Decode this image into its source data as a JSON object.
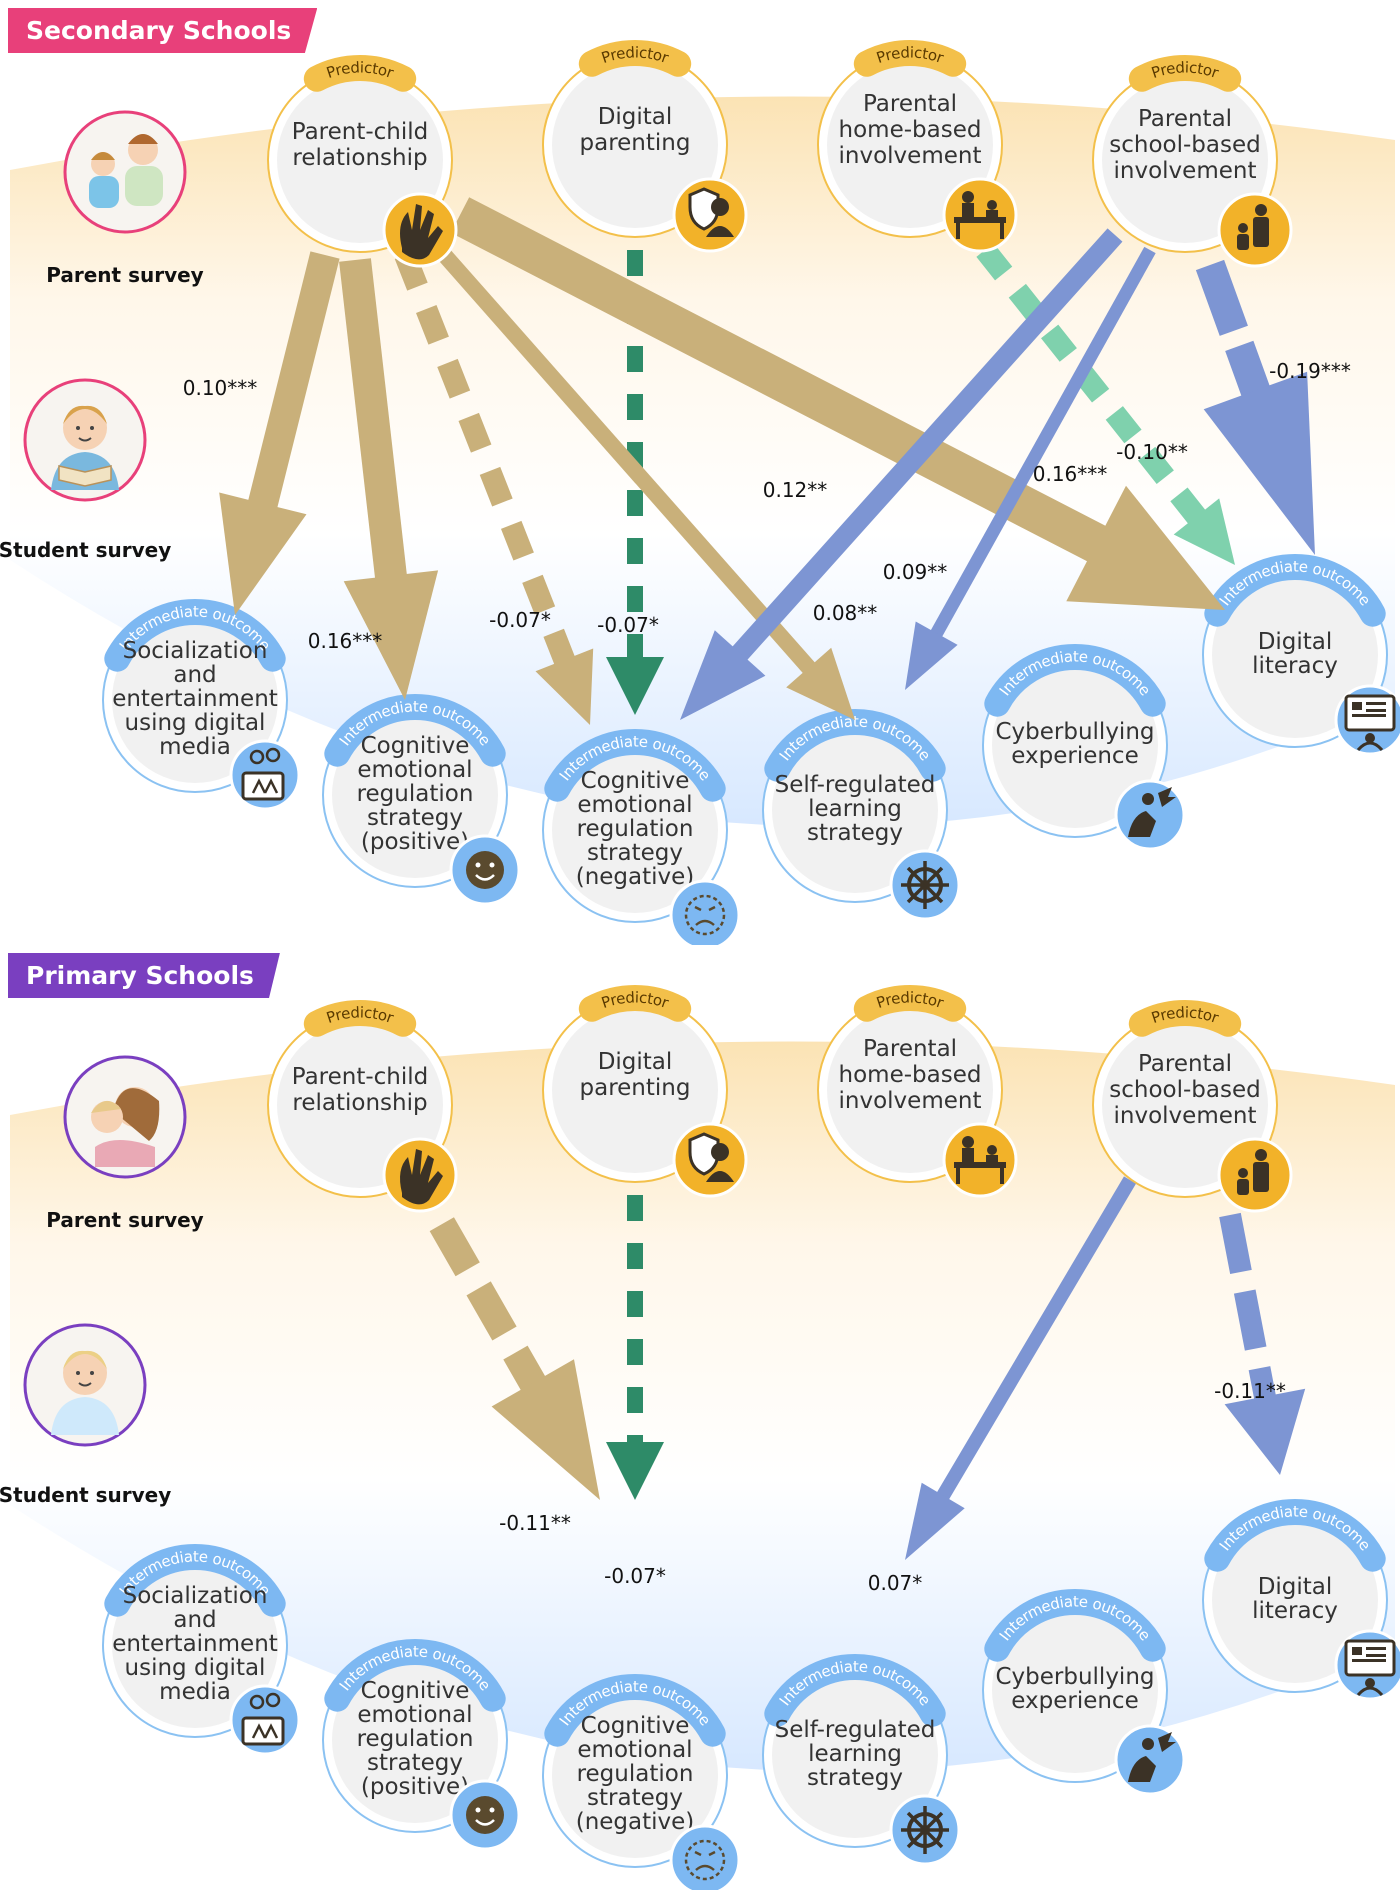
{
  "colors": {
    "predictor_ring": "#f3c04a",
    "predictor_icon": "#f2b229",
    "outcome_ring": "#8bc2f2",
    "outcome_icon": "#7db8f2",
    "tan_path": "#c9b07a",
    "green_path": "#2e8b68",
    "mint_path": "#7fd1ad",
    "blue_path": "#7d95d3"
  },
  "icons": {
    "parent_child": "clapping-hands-icon",
    "digital_parenting": "shield-parent-icon",
    "home_based": "family-at-desk-icon",
    "school_based": "parent-child-school-icon",
    "socialization": "tablet-social-media-icon",
    "cer_positive": "smiling-face-icon",
    "cer_negative": "sad-face-icon",
    "self_regulated": "ship-wheel-icon",
    "cyberbullying": "cyberbullying-icon",
    "digital_literacy": "laptop-presentation-icon"
  },
  "panels": [
    {
      "title": "Secondary Schools",
      "parent_survey": "Parent survey",
      "student_survey": "Student survey",
      "predictor_tag": "Predictor",
      "outcome_tag": "Intermediate outcome",
      "predictors": [
        {
          "lines": [
            "Parent-child",
            "relationship"
          ]
        },
        {
          "lines": [
            "Digital",
            "parenting"
          ]
        },
        {
          "lines": [
            "Parental",
            "home-based",
            "involvement"
          ]
        },
        {
          "lines": [
            "Parental",
            "school-based",
            "involvement"
          ]
        }
      ],
      "outcomes": [
        {
          "lines": [
            "Socialization",
            "and",
            "entertainment",
            "using digital",
            "media"
          ]
        },
        {
          "lines": [
            "Cognitive",
            "emotional",
            "regulation",
            "strategy",
            "(positive)"
          ]
        },
        {
          "lines": [
            "Cognitive",
            "emotional",
            "regulation",
            "strategy",
            "(negative)"
          ]
        },
        {
          "lines": [
            "Self-regulated",
            "learning",
            "strategy"
          ]
        },
        {
          "lines": [
            "Cyberbullying",
            "experience"
          ]
        },
        {
          "lines": [
            "Digital",
            "literacy"
          ]
        }
      ],
      "paths": [
        {
          "from": "Parent-child relationship",
          "to": "Socialization and entertainment using digital media",
          "coef": "0.10***",
          "style": "solid",
          "color": "tan"
        },
        {
          "from": "Parent-child relationship",
          "to": "Cognitive emotional regulation strategy (positive)",
          "coef": "0.16***",
          "style": "solid",
          "color": "tan"
        },
        {
          "from": "Parent-child relationship",
          "to": "Cognitive emotional regulation strategy (negative)",
          "coef": "-0.07*",
          "style": "dashed",
          "color": "tan"
        },
        {
          "from": "Parent-child relationship",
          "to": "Self-regulated learning strategy",
          "coef": "0.08**",
          "style": "solid",
          "color": "tan"
        },
        {
          "from": "Parent-child relationship",
          "to": "Digital literacy",
          "coef": "",
          "style": "solid",
          "color": "tan"
        },
        {
          "from": "Digital parenting",
          "to": "Cognitive emotional regulation strategy (negative)",
          "coef": "-0.07*",
          "style": "dashed",
          "color": "green"
        },
        {
          "from": "Parental home-based involvement",
          "to": "Digital literacy",
          "coef": "-0.10**",
          "style": "dashed",
          "color": "mint"
        },
        {
          "from": "Parental school-based involvement",
          "to": "Cognitive emotional regulation strategy (negative)",
          "coef": "0.12**",
          "style": "solid",
          "color": "blue"
        },
        {
          "from": "Parental school-based involvement",
          "to": "Self-regulated learning strategy",
          "coef": "0.09**",
          "style": "solid",
          "color": "blue"
        },
        {
          "from": "Parental school-based involvement",
          "to": "Digital literacy",
          "coef": "-0.19***",
          "style": "dashed",
          "color": "blue"
        },
        {
          "label_only": "0.16***"
        }
      ]
    },
    {
      "title": "Primary Schools",
      "parent_survey": "Parent survey",
      "student_survey": "Student survey",
      "predictor_tag": "Predictor",
      "outcome_tag": "Intermediate outcome",
      "predictors": [
        {
          "lines": [
            "Parent-child",
            "relationship"
          ]
        },
        {
          "lines": [
            "Digital",
            "parenting"
          ]
        },
        {
          "lines": [
            "Parental",
            "home-based",
            "involvement"
          ]
        },
        {
          "lines": [
            "Parental",
            "school-based",
            "involvement"
          ]
        }
      ],
      "outcomes": [
        {
          "lines": [
            "Socialization",
            "and",
            "entertainment",
            "using digital",
            "media"
          ]
        },
        {
          "lines": [
            "Cognitive",
            "emotional",
            "regulation",
            "strategy",
            "(positive)"
          ]
        },
        {
          "lines": [
            "Cognitive",
            "emotional",
            "regulation",
            "strategy",
            "(negative)"
          ]
        },
        {
          "lines": [
            "Self-regulated",
            "learning",
            "strategy"
          ]
        },
        {
          "lines": [
            "Cyberbullying",
            "experience"
          ]
        },
        {
          "lines": [
            "Digital",
            "literacy"
          ]
        }
      ],
      "paths": [
        {
          "from": "Parent-child relationship",
          "to": "Cognitive emotional regulation strategy (negative)",
          "coef": "-0.11**",
          "style": "dashed",
          "color": "tan"
        },
        {
          "from": "Digital parenting",
          "to": "Cognitive emotional regulation strategy (negative)",
          "coef": "-0.07*",
          "style": "dashed",
          "color": "green"
        },
        {
          "from": "Parental school-based involvement",
          "to": "Self-regulated learning strategy",
          "coef": "0.07*",
          "style": "solid",
          "color": "blue"
        },
        {
          "from": "Parental school-based involvement",
          "to": "Digital literacy",
          "coef": "-0.11**",
          "style": "dashed",
          "color": "blue"
        }
      ]
    }
  ]
}
